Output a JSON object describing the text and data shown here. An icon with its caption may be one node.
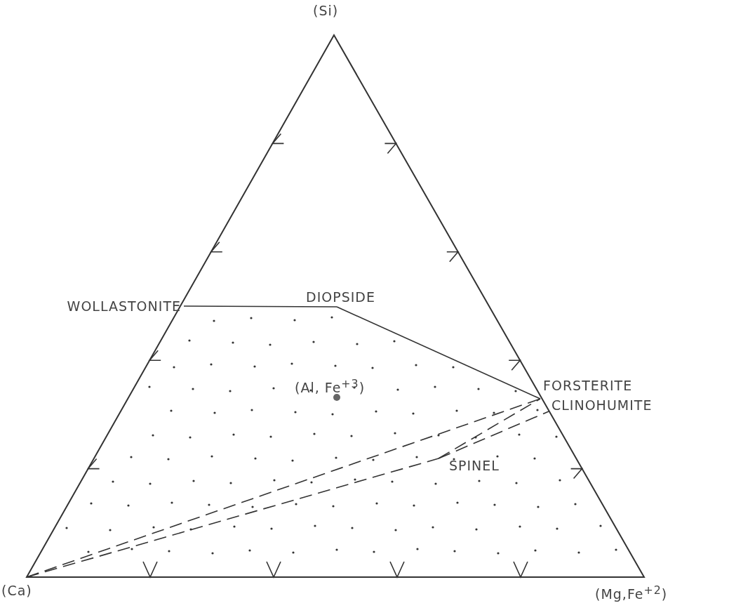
{
  "diagram": {
    "nodes": [
      {
        "text": [
          "WOLLASTONITE"
        ]
      },
      {
        "text": [
          "DIOPSIDE"
        ]
      },
      {
        "text": [
          "FORSTERITE"
        ]
      },
      {
        "text": [
          "CLINOHUMITE"
        ]
      },
      {
        "text": [
          "SPINEL"
        ]
      },
      {
        "text": [
          "(Ca)"
        ]
      }
    ],
    "edges": [
      {
        "from": 0,
        "to": 1,
        "arrow": "none"
      },
      {
        "from": 1,
        "to": 2,
        "arrow": "none"
      },
      {
        "from": 5,
        "to": 2,
        "arrow": "none",
        "style": "dashed"
      },
      {
        "from": 5,
        "to": 4,
        "arrow": "none",
        "style": "dashed"
      },
      {
        "from": 4,
        "to": 2,
        "arrow": "none",
        "style": "dashed"
      },
      {
        "from": 4,
        "to": 3,
        "arrow": "none",
        "style": "dashed"
      }
    ],
    "labels": [
      "(Si)",
      "(Al, Fe$^{+3}$)",
      "(Mg,Fe$^{+2}$)"
    ]
  }
}
